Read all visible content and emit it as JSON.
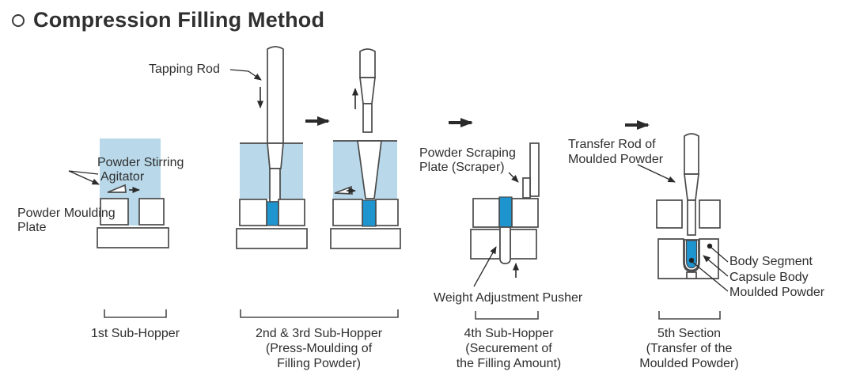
{
  "title": "Compression Filling Method",
  "colors": {
    "powder_light": "#b9d9ea",
    "powder_dark": "#1f95d0",
    "outline": "#4a4a4a",
    "text": "#2e2e2e",
    "arrow": "#2b2b2b"
  },
  "stage1": {
    "label_stirring_1": "Powder Stirring",
    "label_stirring_2": "Agitator",
    "label_plate_1": "Powder Moulding",
    "label_plate_2": "Plate"
  },
  "stage23": {
    "label_rod": "Tapping Rod"
  },
  "stage4": {
    "label_scraper_1": "Powder Scraping",
    "label_scraper_2": "Plate (Scraper)",
    "label_pusher": "Weight Adjustment Pusher"
  },
  "stage5": {
    "label_rod_1": "Transfer Rod of",
    "label_rod_2": "Moulded Powder",
    "label_body_segment": "Body Segment",
    "label_capsule_body": "Capsule Body",
    "label_moulded_powder": "Moulded Powder"
  },
  "captions": [
    {
      "lines": [
        "1st Sub-Hopper"
      ]
    },
    {
      "lines": [
        "2nd & 3rd Sub-Hopper",
        "(Press-Moulding of",
        "Filling Powder)"
      ]
    },
    {
      "lines": [
        "4th Sub-Hopper",
        "(Securement of",
        "the Filling Amount)"
      ]
    },
    {
      "lines": [
        "5th Section",
        "(Transfer of the",
        "Moulded Powder)"
      ]
    }
  ]
}
